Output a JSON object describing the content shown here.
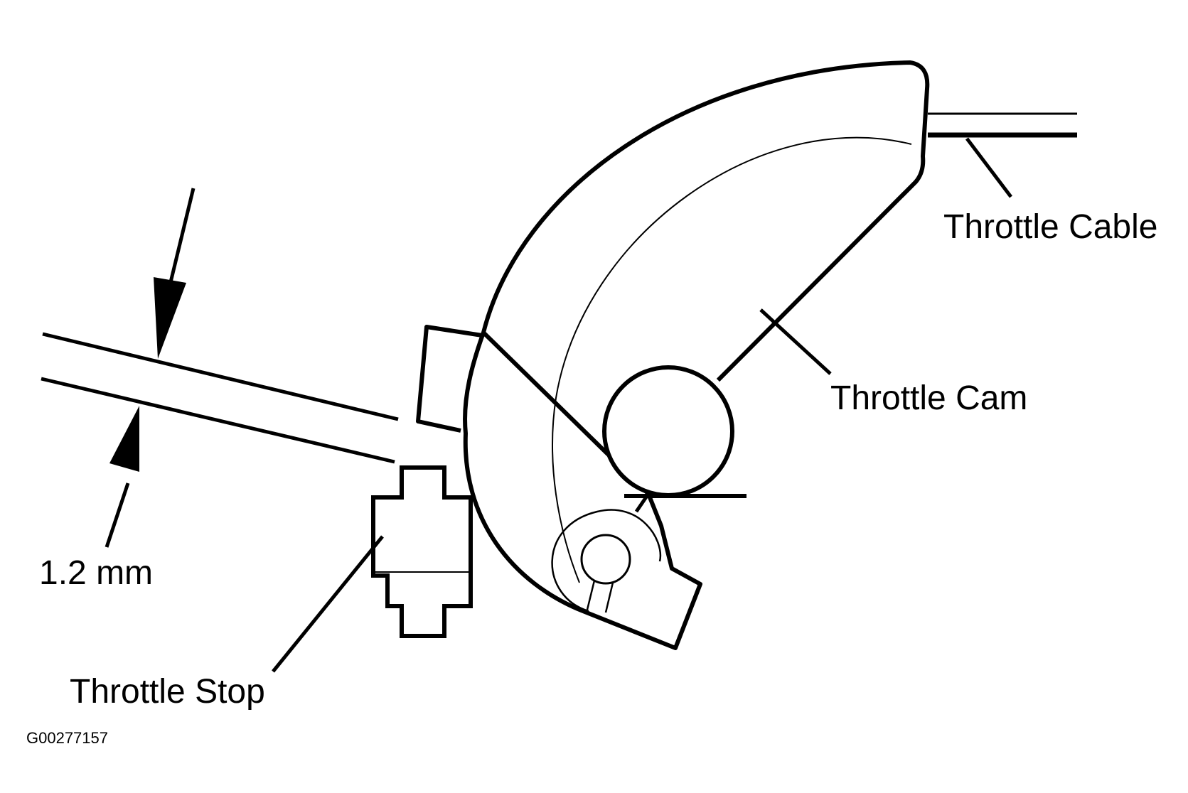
{
  "diagram": {
    "labels": {
      "throttle_cable": "Throttle Cable",
      "throttle_cam": "Throttle Cam",
      "gap": "1.2 mm",
      "throttle_stop": "Throttle Stop"
    },
    "figure_id": "G00277157",
    "colors": {
      "ink": "#000000",
      "paper": "#ffffff"
    }
  }
}
